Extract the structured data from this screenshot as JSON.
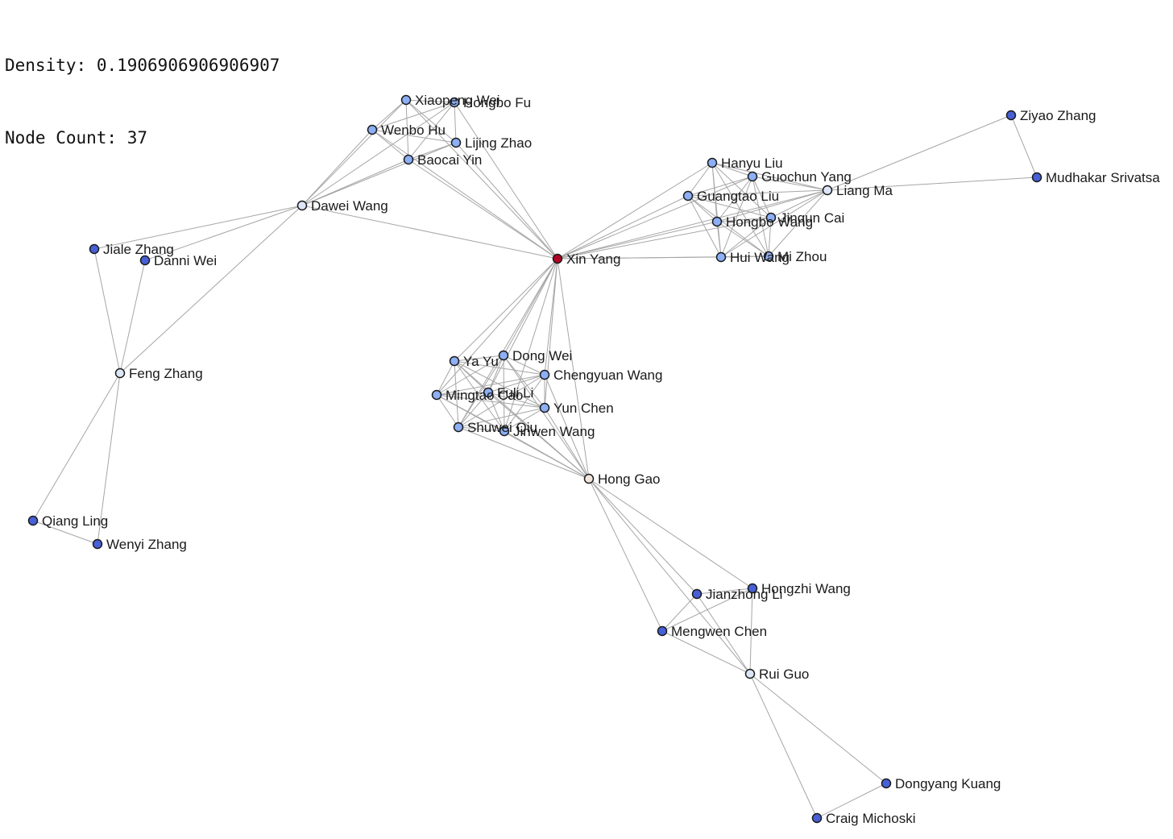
{
  "stats": {
    "density_label": "Density:",
    "density_value": "0.1906906906906907",
    "node_count_label": "Node Count:",
    "node_count_value": "37"
  },
  "graph": {
    "colors": {
      "edge": "#a6a6a6",
      "node_stroke": "#1a1a1a",
      "hub_high": "#b40426",
      "hub_mid": "#f2e6dc",
      "pale": "#dce6f7",
      "light": "#aec6f8",
      "medium": "#8caff5",
      "dark": "#4760d6"
    },
    "nodes": [
      {
        "id": "xin-yang",
        "label": "Xin Yang",
        "color": "hub_high"
      },
      {
        "id": "hong-gao",
        "label": "Hong Gao",
        "color": "hub_mid"
      },
      {
        "id": "dawei-wang",
        "label": "Dawei Wang",
        "color": "pale"
      },
      {
        "id": "liang-ma",
        "label": "Liang Ma",
        "color": "pale"
      },
      {
        "id": "feng-zhang",
        "label": "Feng Zhang",
        "color": "pale"
      },
      {
        "id": "rui-guo",
        "label": "Rui Guo",
        "color": "pale"
      },
      {
        "id": "xiaopeng-wei",
        "label": "Xiaopeng Wei",
        "color": "medium"
      },
      {
        "id": "hongbo-fu",
        "label": "Hongbo Fu",
        "color": "medium"
      },
      {
        "id": "wenbo-hu",
        "label": "Wenbo Hu",
        "color": "medium"
      },
      {
        "id": "lijing-zhao",
        "label": "Lijing Zhao",
        "color": "medium"
      },
      {
        "id": "baocai-yin",
        "label": "Baocai Yin",
        "color": "medium"
      },
      {
        "id": "hanyu-liu",
        "label": "Hanyu Liu",
        "color": "medium"
      },
      {
        "id": "guochun-yang",
        "label": "Guochun Yang",
        "color": "medium"
      },
      {
        "id": "guangtao-liu",
        "label": "Guangtao Liu",
        "color": "medium"
      },
      {
        "id": "hongbo-wang",
        "label": "Hongbo Wang",
        "color": "medium"
      },
      {
        "id": "jinqun-cai",
        "label": "Jinqun Cai",
        "color": "medium"
      },
      {
        "id": "hui-wang",
        "label": "Hui Wang",
        "color": "medium"
      },
      {
        "id": "mi-zhou",
        "label": "Mi Zhou",
        "color": "medium"
      },
      {
        "id": "ya-yu",
        "label": "Ya Yu",
        "color": "medium"
      },
      {
        "id": "dong-wei",
        "label": "Dong Wei",
        "color": "medium"
      },
      {
        "id": "chengyuan-wang",
        "label": "Chengyuan Wang",
        "color": "medium"
      },
      {
        "id": "mingtao-cao",
        "label": "Mingtao Cao",
        "color": "medium"
      },
      {
        "id": "fuli-li",
        "label": "Fuli Li",
        "color": "medium"
      },
      {
        "id": "yun-chen",
        "label": "Yun Chen",
        "color": "medium"
      },
      {
        "id": "shuwei-qiu",
        "label": "Shuwei Qiu",
        "color": "medium"
      },
      {
        "id": "jinwen-wang",
        "label": "Jinwen Wang",
        "color": "medium"
      },
      {
        "id": "ziyao-zhang",
        "label": "Ziyao Zhang",
        "color": "dark"
      },
      {
        "id": "mudhakar-srivatsa",
        "label": "Mudhakar Srivatsa",
        "color": "dark"
      },
      {
        "id": "jiale-zhang",
        "label": "Jiale Zhang",
        "color": "dark"
      },
      {
        "id": "danni-wei",
        "label": "Danni Wei",
        "color": "dark"
      },
      {
        "id": "qiang-ling",
        "label": "Qiang Ling",
        "color": "dark"
      },
      {
        "id": "wenyi-zhang",
        "label": "Wenyi Zhang",
        "color": "dark"
      },
      {
        "id": "jianzhong-li",
        "label": "Jianzhong Li",
        "color": "dark"
      },
      {
        "id": "hongzhi-wang",
        "label": "Hongzhi Wang",
        "color": "dark"
      },
      {
        "id": "mengwen-chen",
        "label": "Mengwen Chen",
        "color": "dark"
      },
      {
        "id": "dongyang-kuang",
        "label": "Dongyang Kuang",
        "color": "dark"
      },
      {
        "id": "craig-michoski",
        "label": "Craig Michoski",
        "color": "dark"
      }
    ],
    "edges": [
      [
        "xiaopeng-wei",
        "hongbo-fu"
      ],
      [
        "xiaopeng-wei",
        "wenbo-hu"
      ],
      [
        "xiaopeng-wei",
        "lijing-zhao"
      ],
      [
        "xiaopeng-wei",
        "baocai-yin"
      ],
      [
        "xiaopeng-wei",
        "dawei-wang"
      ],
      [
        "xiaopeng-wei",
        "xin-yang"
      ],
      [
        "hongbo-fu",
        "wenbo-hu"
      ],
      [
        "hongbo-fu",
        "lijing-zhao"
      ],
      [
        "hongbo-fu",
        "baocai-yin"
      ],
      [
        "hongbo-fu",
        "dawei-wang"
      ],
      [
        "hongbo-fu",
        "xin-yang"
      ],
      [
        "wenbo-hu",
        "lijing-zhao"
      ],
      [
        "wenbo-hu",
        "baocai-yin"
      ],
      [
        "wenbo-hu",
        "dawei-wang"
      ],
      [
        "wenbo-hu",
        "xin-yang"
      ],
      [
        "lijing-zhao",
        "baocai-yin"
      ],
      [
        "lijing-zhao",
        "dawei-wang"
      ],
      [
        "lijing-zhao",
        "xin-yang"
      ],
      [
        "baocai-yin",
        "dawei-wang"
      ],
      [
        "baocai-yin",
        "xin-yang"
      ],
      [
        "dawei-wang",
        "xin-yang"
      ],
      [
        "dawei-wang",
        "jiale-zhang"
      ],
      [
        "dawei-wang",
        "danni-wei"
      ],
      [
        "dawei-wang",
        "feng-zhang"
      ],
      [
        "jiale-zhang",
        "feng-zhang"
      ],
      [
        "danni-wei",
        "feng-zhang"
      ],
      [
        "feng-zhang",
        "qiang-ling"
      ],
      [
        "feng-zhang",
        "wenyi-zhang"
      ],
      [
        "qiang-ling",
        "wenyi-zhang"
      ],
      [
        "xin-yang",
        "hanyu-liu"
      ],
      [
        "xin-yang",
        "guochun-yang"
      ],
      [
        "xin-yang",
        "guangtao-liu"
      ],
      [
        "xin-yang",
        "liang-ma"
      ],
      [
        "xin-yang",
        "hongbo-wang"
      ],
      [
        "xin-yang",
        "jinqun-cai"
      ],
      [
        "xin-yang",
        "hui-wang"
      ],
      [
        "xin-yang",
        "mi-zhou"
      ],
      [
        "hanyu-liu",
        "guochun-yang"
      ],
      [
        "hanyu-liu",
        "guangtao-liu"
      ],
      [
        "hanyu-liu",
        "liang-ma"
      ],
      [
        "hanyu-liu",
        "hongbo-wang"
      ],
      [
        "hanyu-liu",
        "jinqun-cai"
      ],
      [
        "hanyu-liu",
        "hui-wang"
      ],
      [
        "hanyu-liu",
        "mi-zhou"
      ],
      [
        "guochun-yang",
        "guangtao-liu"
      ],
      [
        "guochun-yang",
        "liang-ma"
      ],
      [
        "guochun-yang",
        "hongbo-wang"
      ],
      [
        "guochun-yang",
        "jinqun-cai"
      ],
      [
        "guochun-yang",
        "hui-wang"
      ],
      [
        "guochun-yang",
        "mi-zhou"
      ],
      [
        "guangtao-liu",
        "liang-ma"
      ],
      [
        "guangtao-liu",
        "hongbo-wang"
      ],
      [
        "guangtao-liu",
        "jinqun-cai"
      ],
      [
        "guangtao-liu",
        "hui-wang"
      ],
      [
        "guangtao-liu",
        "mi-zhou"
      ],
      [
        "liang-ma",
        "hongbo-wang"
      ],
      [
        "liang-ma",
        "jinqun-cai"
      ],
      [
        "liang-ma",
        "hui-wang"
      ],
      [
        "liang-ma",
        "mi-zhou"
      ],
      [
        "hongbo-wang",
        "jinqun-cai"
      ],
      [
        "hongbo-wang",
        "hui-wang"
      ],
      [
        "hongbo-wang",
        "mi-zhou"
      ],
      [
        "jinqun-cai",
        "hui-wang"
      ],
      [
        "jinqun-cai",
        "mi-zhou"
      ],
      [
        "hui-wang",
        "mi-zhou"
      ],
      [
        "liang-ma",
        "ziyao-zhang"
      ],
      [
        "liang-ma",
        "mudhakar-srivatsa"
      ],
      [
        "ziyao-zhang",
        "mudhakar-srivatsa"
      ],
      [
        "xin-yang",
        "ya-yu"
      ],
      [
        "xin-yang",
        "dong-wei"
      ],
      [
        "xin-yang",
        "chengyuan-wang"
      ],
      [
        "xin-yang",
        "mingtao-cao"
      ],
      [
        "xin-yang",
        "fuli-li"
      ],
      [
        "xin-yang",
        "yun-chen"
      ],
      [
        "xin-yang",
        "shuwei-qiu"
      ],
      [
        "xin-yang",
        "jinwen-wang"
      ],
      [
        "xin-yang",
        "hong-gao"
      ],
      [
        "ya-yu",
        "dong-wei"
      ],
      [
        "ya-yu",
        "chengyuan-wang"
      ],
      [
        "ya-yu",
        "mingtao-cao"
      ],
      [
        "ya-yu",
        "fuli-li"
      ],
      [
        "ya-yu",
        "yun-chen"
      ],
      [
        "ya-yu",
        "shuwei-qiu"
      ],
      [
        "ya-yu",
        "jinwen-wang"
      ],
      [
        "ya-yu",
        "hong-gao"
      ],
      [
        "dong-wei",
        "chengyuan-wang"
      ],
      [
        "dong-wei",
        "mingtao-cao"
      ],
      [
        "dong-wei",
        "fuli-li"
      ],
      [
        "dong-wei",
        "yun-chen"
      ],
      [
        "dong-wei",
        "shuwei-qiu"
      ],
      [
        "dong-wei",
        "jinwen-wang"
      ],
      [
        "dong-wei",
        "hong-gao"
      ],
      [
        "chengyuan-wang",
        "mingtao-cao"
      ],
      [
        "chengyuan-wang",
        "fuli-li"
      ],
      [
        "chengyuan-wang",
        "yun-chen"
      ],
      [
        "chengyuan-wang",
        "shuwei-qiu"
      ],
      [
        "chengyuan-wang",
        "jinwen-wang"
      ],
      [
        "chengyuan-wang",
        "hong-gao"
      ],
      [
        "mingtao-cao",
        "fuli-li"
      ],
      [
        "mingtao-cao",
        "yun-chen"
      ],
      [
        "mingtao-cao",
        "shuwei-qiu"
      ],
      [
        "mingtao-cao",
        "jinwen-wang"
      ],
      [
        "mingtao-cao",
        "hong-gao"
      ],
      [
        "fuli-li",
        "yun-chen"
      ],
      [
        "fuli-li",
        "shuwei-qiu"
      ],
      [
        "fuli-li",
        "jinwen-wang"
      ],
      [
        "fuli-li",
        "hong-gao"
      ],
      [
        "yun-chen",
        "shuwei-qiu"
      ],
      [
        "yun-chen",
        "jinwen-wang"
      ],
      [
        "yun-chen",
        "hong-gao"
      ],
      [
        "shuwei-qiu",
        "jinwen-wang"
      ],
      [
        "shuwei-qiu",
        "hong-gao"
      ],
      [
        "jinwen-wang",
        "hong-gao"
      ],
      [
        "hong-gao",
        "jianzhong-li"
      ],
      [
        "hong-gao",
        "hongzhi-wang"
      ],
      [
        "hong-gao",
        "mengwen-chen"
      ],
      [
        "hong-gao",
        "rui-guo"
      ],
      [
        "jianzhong-li",
        "hongzhi-wang"
      ],
      [
        "jianzhong-li",
        "mengwen-chen"
      ],
      [
        "jianzhong-li",
        "rui-guo"
      ],
      [
        "hongzhi-wang",
        "mengwen-chen"
      ],
      [
        "hongzhi-wang",
        "rui-guo"
      ],
      [
        "mengwen-chen",
        "rui-guo"
      ],
      [
        "rui-guo",
        "dongyang-kuang"
      ],
      [
        "rui-guo",
        "craig-michoski"
      ],
      [
        "dongyang-kuang",
        "craig-michoski"
      ]
    ]
  }
}
